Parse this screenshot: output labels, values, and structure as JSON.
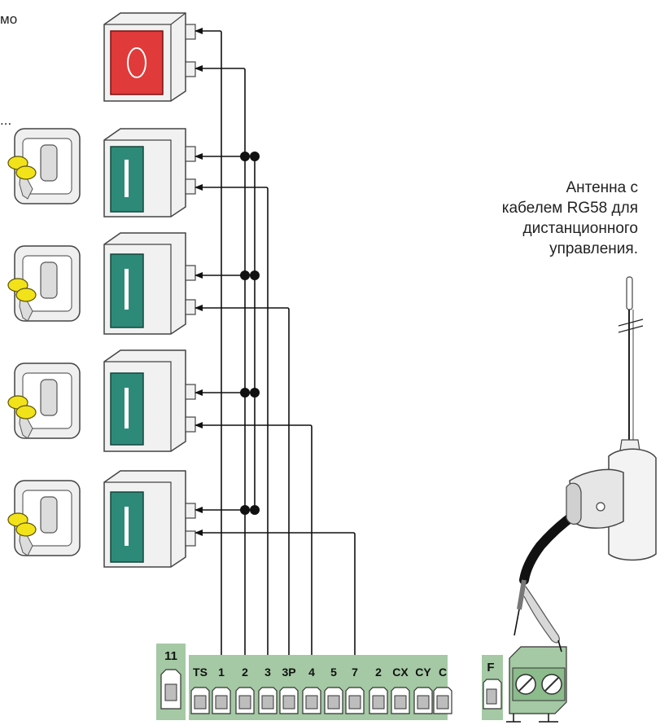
{
  "text_fragments": {
    "left_top": "мо",
    "left_mid": "..."
  },
  "antenna_label": {
    "lines": [
      "Антенна с",
      "кабелем RG58 для",
      "дистанционного",
      "управления."
    ]
  },
  "terminal_strip_left": {
    "label": "11"
  },
  "terminal_strip_main": {
    "labels": [
      "TS",
      "1",
      "2",
      "3",
      "3P",
      "4",
      "5",
      "7",
      "2",
      "CX",
      "CY",
      "C"
    ]
  },
  "terminal_strip_antenna": {
    "label": "F"
  },
  "colors": {
    "terminal_green": "#a4c9a4",
    "stop_button_red": "#e03a3a",
    "push_button_green": "#2e8a78",
    "key_yellow": "#f2e21a",
    "line": "#111111"
  },
  "devices": {
    "stop_button": "red-stop-pushbutton",
    "push_buttons": [
      "green-pushbutton-1",
      "green-pushbutton-2",
      "green-pushbutton-3",
      "green-pushbutton-4"
    ],
    "key_switches": [
      "key-switch-1",
      "key-switch-2",
      "key-switch-3",
      "key-switch-4"
    ]
  }
}
